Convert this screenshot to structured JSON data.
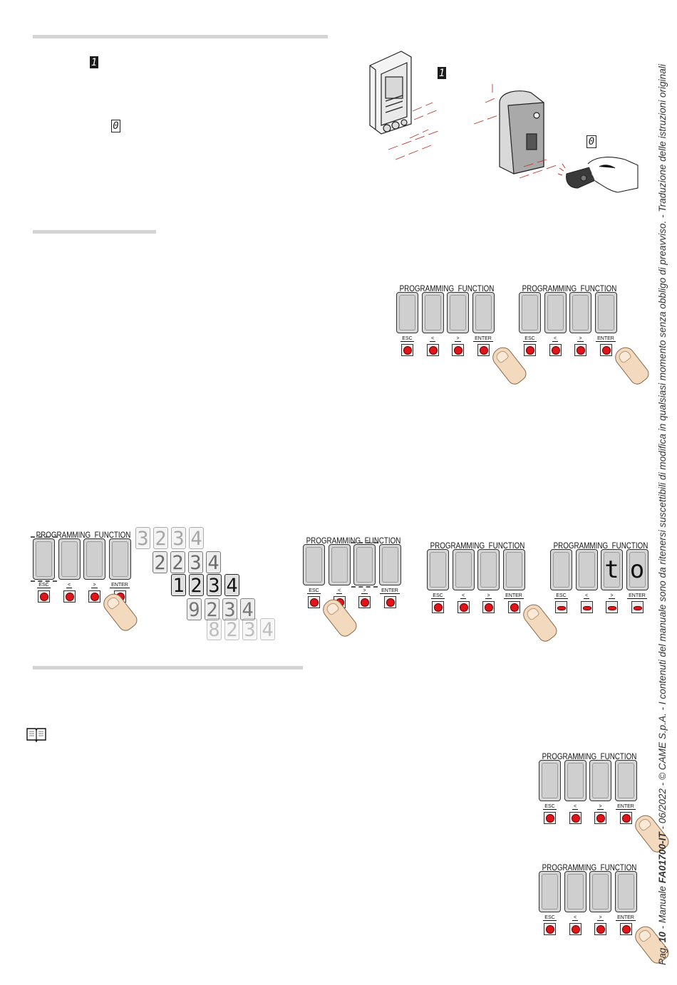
{
  "markers": {
    "one": "1",
    "zero": "0"
  },
  "panel": {
    "title": "PROGRAMMING  FUNCTION",
    "esc": "ESC",
    "left": "<",
    "right": ">",
    "enter": "ENTER"
  },
  "digit_roller": {
    "rows": [
      "3234",
      "2234",
      "1234",
      "9234",
      "8234"
    ]
  },
  "display_text": {
    "t": "t",
    "o": "o"
  },
  "footer": {
    "prefix": "Pag. ",
    "page": "10",
    "sep1": " - Manuale ",
    "code": "FA01700-IT",
    "rest": " - 06/2022 - © CAME S.p.A. - I contenuti del manuale sono da ritenersi suscettibili di modifica in qualsiasi momento senza obbligo di preavviso. - Traduzione delle istruzioni originali"
  },
  "icons": [
    "manual-book-icon",
    "control-unit-illustration",
    "transmitter-hand-illustration",
    "finger-press-icon"
  ]
}
